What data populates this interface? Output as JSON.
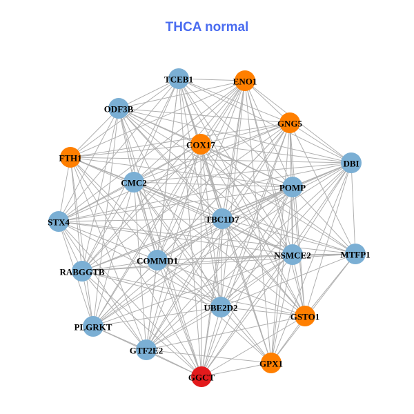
{
  "title": "THCA normal",
  "colors": {
    "title": "#4a6cf0",
    "blue": "#7bafd4",
    "orange": "#ff7f00",
    "red": "#e31a1c",
    "edge": "#b0b0b0"
  },
  "nodes": [
    {
      "name": "TCEB1",
      "color": "blue"
    },
    {
      "name": "ENO1",
      "color": "orange"
    },
    {
      "name": "ODF3B",
      "color": "blue"
    },
    {
      "name": "GNG5",
      "color": "orange"
    },
    {
      "name": "COX17",
      "color": "orange"
    },
    {
      "name": "FTH1",
      "color": "orange"
    },
    {
      "name": "DBI",
      "color": "blue"
    },
    {
      "name": "CMC2",
      "color": "blue"
    },
    {
      "name": "POMP",
      "color": "blue"
    },
    {
      "name": "STX4",
      "color": "blue"
    },
    {
      "name": "TBC1D7",
      "color": "blue"
    },
    {
      "name": "MTFP1",
      "color": "blue"
    },
    {
      "name": "NSMCE2",
      "color": "blue"
    },
    {
      "name": "COMMD1",
      "color": "blue"
    },
    {
      "name": "RABGGTB",
      "color": "blue"
    },
    {
      "name": "UBE2D2",
      "color": "blue"
    },
    {
      "name": "GSTO1",
      "color": "orange"
    },
    {
      "name": "PLGRKT",
      "color": "blue"
    },
    {
      "name": "GTF2E2",
      "color": "blue"
    },
    {
      "name": "GPX1",
      "color": "orange"
    },
    {
      "name": "GGCT",
      "color": "red"
    }
  ],
  "adjacency": {
    "TCEB1": [
      "ENO1",
      "ODF3B",
      "GNG5",
      "COX17",
      "FTH1",
      "DBI",
      "CMC2",
      "POMP",
      "TBC1D7",
      "NSMCE2",
      "COMMD1",
      "UBE2D2",
      "GSTO1",
      "GTF2E2",
      "GPX1",
      "GGCT",
      "STX4",
      "RABGGTB"
    ],
    "ENO1": [
      "ODF3B",
      "GNG5",
      "COX17",
      "FTH1",
      "DBI",
      "CMC2",
      "POMP",
      "STX4",
      "TBC1D7",
      "NSMCE2",
      "COMMD1",
      "RABGGTB",
      "UBE2D2",
      "GSTO1",
      "PLGRKT",
      "GTF2E2",
      "GPX1",
      "GGCT"
    ],
    "ODF3B": [
      "GNG5",
      "COX17",
      "FTH1",
      "DBI",
      "CMC2",
      "POMP",
      "STX4",
      "TBC1D7",
      "MTFP1",
      "NSMCE2",
      "COMMD1",
      "RABGGTB",
      "UBE2D2",
      "GSTO1",
      "PLGRKT",
      "GGCT"
    ],
    "GNG5": [
      "COX17",
      "FTH1",
      "DBI",
      "CMC2",
      "POMP",
      "STX4",
      "TBC1D7",
      "MTFP1",
      "NSMCE2",
      "COMMD1",
      "RABGGTB",
      "UBE2D2",
      "GSTO1",
      "PLGRKT",
      "GTF2E2",
      "GPX1",
      "GGCT"
    ],
    "COX17": [
      "FTH1",
      "DBI",
      "CMC2",
      "POMP",
      "STX4",
      "TBC1D7",
      "MTFP1",
      "NSMCE2",
      "COMMD1",
      "RABGGTB",
      "UBE2D2",
      "GSTO1",
      "PLGRKT",
      "GTF2E2",
      "GPX1",
      "GGCT"
    ],
    "FTH1": [
      "DBI",
      "CMC2",
      "POMP",
      "STX4",
      "TBC1D7",
      "NSMCE2",
      "COMMD1",
      "RABGGTB",
      "UBE2D2",
      "PLGRKT",
      "GTF2E2",
      "GGCT"
    ],
    "DBI": [
      "CMC2",
      "POMP",
      "STX4",
      "TBC1D7",
      "MTFP1",
      "NSMCE2",
      "COMMD1",
      "RABGGTB",
      "UBE2D2",
      "GSTO1",
      "PLGRKT",
      "GTF2E2",
      "GPX1",
      "GGCT"
    ],
    "CMC2": [
      "POMP",
      "STX4",
      "TBC1D7",
      "MTFP1",
      "NSMCE2",
      "COMMD1",
      "RABGGTB",
      "UBE2D2",
      "GSTO1",
      "PLGRKT",
      "GTF2E2",
      "GPX1",
      "GGCT"
    ],
    "POMP": [
      "STX4",
      "TBC1D7",
      "MTFP1",
      "NSMCE2",
      "COMMD1",
      "RABGGTB",
      "UBE2D2",
      "GSTO1",
      "PLGRKT",
      "GTF2E2",
      "GPX1",
      "GGCT"
    ],
    "STX4": [
      "TBC1D7",
      "MTFP1",
      "NSMCE2",
      "COMMD1",
      "RABGGTB",
      "UBE2D2",
      "PLGRKT",
      "GTF2E2",
      "GGCT"
    ],
    "TBC1D7": [
      "MTFP1",
      "NSMCE2",
      "COMMD1",
      "RABGGTB",
      "UBE2D2",
      "GSTO1",
      "PLGRKT",
      "GTF2E2",
      "GPX1",
      "GGCT"
    ],
    "MTFP1": [
      "NSMCE2",
      "COMMD1",
      "UBE2D2",
      "GSTO1",
      "GPX1",
      "RABGGTB"
    ],
    "NSMCE2": [
      "COMMD1",
      "RABGGTB",
      "UBE2D2",
      "GSTO1",
      "PLGRKT",
      "GTF2E2",
      "GPX1",
      "GGCT"
    ],
    "COMMD1": [
      "RABGGTB",
      "UBE2D2",
      "GSTO1",
      "PLGRKT",
      "GTF2E2",
      "GPX1",
      "GGCT"
    ],
    "RABGGTB": [
      "UBE2D2",
      "PLGRKT",
      "GTF2E2",
      "GGCT",
      "GSTO1"
    ],
    "UBE2D2": [
      "GSTO1",
      "PLGRKT",
      "GTF2E2",
      "GPX1",
      "GGCT"
    ],
    "GSTO1": [
      "GTF2E2",
      "GPX1",
      "GGCT"
    ],
    "PLGRKT": [
      "GTF2E2",
      "GGCT"
    ],
    "GTF2E2": [
      "GPX1",
      "GGCT"
    ],
    "GPX1": [
      "GGCT"
    ]
  }
}
